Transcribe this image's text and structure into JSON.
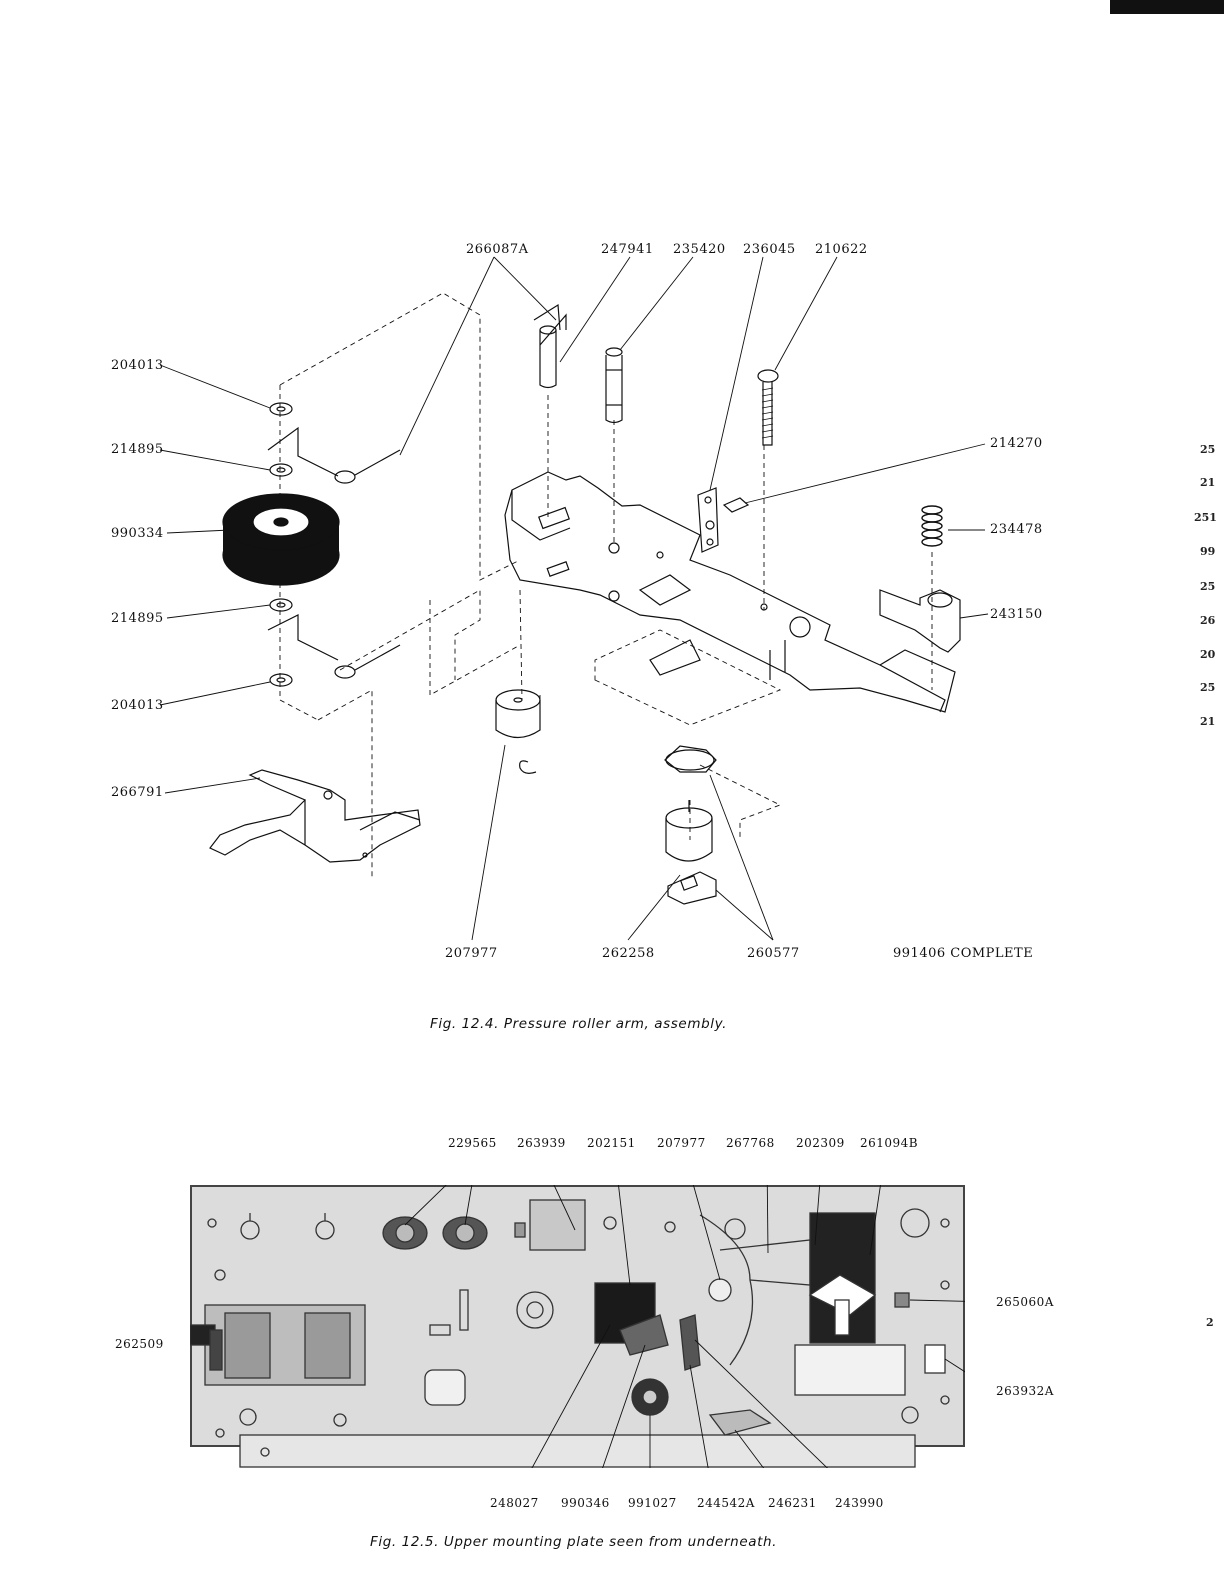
{
  "fig1": {
    "caption": "Fig. 12.4.  Pressure roller arm, assembly.",
    "labels": {
      "p266087A": "266087A",
      "p247941": "247941",
      "p235420": "235420",
      "p236045": "236045",
      "p210622": "210622",
      "p204013_top": "204013",
      "p214895_top": "214895",
      "p990334": "990334",
      "p214895_bot": "214895",
      "p204013_bot": "204013",
      "p214270": "214270",
      "p234478": "234478",
      "p243150": "243150",
      "p266791": "266791",
      "p207977": "207977",
      "p262258": "262258",
      "p260577": "260577",
      "complete": "991406 COMPLETE"
    }
  },
  "fig2": {
    "caption": "Fig. 12.5.  Upper mounting plate seen from underneath.",
    "labels": {
      "p229565": "229565",
      "p263939": "263939",
      "p202151": "202151",
      "p207977": "207977",
      "p267768": "267768",
      "p202309": "202309",
      "p261094B": "261094B",
      "p265060A": "265060A",
      "p262509": "262509",
      "p263932A": "263932A",
      "p248027": "248027",
      "p990346": "990346",
      "p991027": "991027",
      "p244542A": "244542A",
      "p246231": "246231",
      "p243990": "243990"
    }
  },
  "edge_fragments": [
    "25",
    "21",
    "251",
    "99",
    "25",
    "26",
    "20",
    "25",
    "21",
    "2"
  ]
}
